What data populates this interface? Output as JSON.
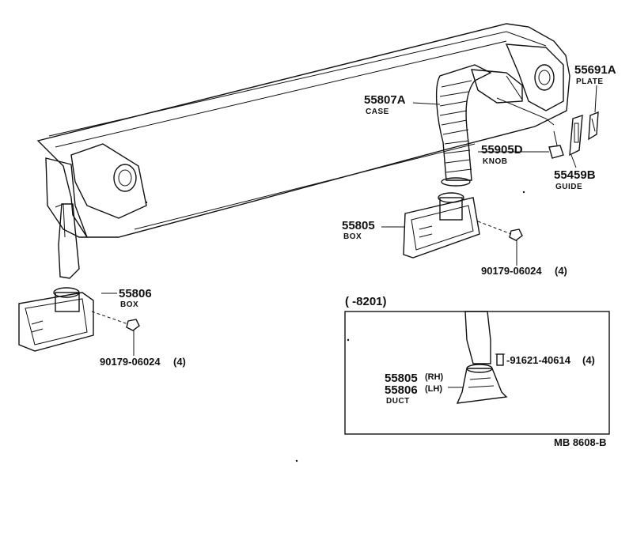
{
  "parts": {
    "p55691a": {
      "number": "55691A",
      "name": "PLATE"
    },
    "p55807a": {
      "number": "55807A",
      "name": "CASE"
    },
    "p55905d": {
      "number": "55905D",
      "name": "KNOB"
    },
    "p55459b": {
      "number": "55459B",
      "name": "GUIDE"
    },
    "p55805_box": {
      "number": "55805",
      "name": "BOX"
    },
    "p90179_right": {
      "number": "90179-06024",
      "qty": "(4)"
    },
    "p55806_box": {
      "number": "55806",
      "name": "BOX"
    },
    "p90179_left": {
      "number": "90179-06024",
      "qty": "(4)"
    }
  },
  "inset": {
    "range_label": "(       -8201)",
    "screw": {
      "number": "-91621-40614",
      "qty": "(4)"
    },
    "duct_rh": {
      "number": "55805",
      "side": "(RH)"
    },
    "duct_lh": {
      "number": "55806",
      "side": "(LH)"
    },
    "duct_name": "DUCT"
  },
  "footer": {
    "code": "MB  8608-B"
  }
}
